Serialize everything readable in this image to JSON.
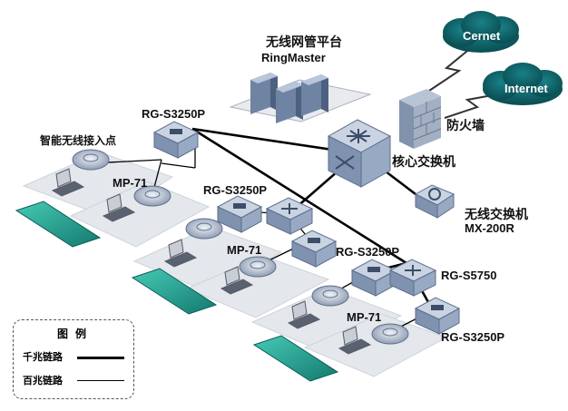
{
  "platform": {
    "title": "无线网管平台",
    "product": "RingMaster"
  },
  "clouds": {
    "cernet": "Cernet",
    "internet": "Internet"
  },
  "firewall": {
    "label": "防火墙"
  },
  "core": {
    "label": "核心交换机"
  },
  "wireless_switch": {
    "title": "无线交换机",
    "model": "MX-200R"
  },
  "ap_label": "智能无线接入点",
  "switches": {
    "s1": "RG-S3250P",
    "s2": "RG-S3250P",
    "s3": "RG-S3250P",
    "s4": "RG-S3250P",
    "agg": "RG-S5750"
  },
  "aps": {
    "a1": "MP-71",
    "a2": "MP-71",
    "a3": "MP-71"
  },
  "legend": {
    "title": "图例",
    "gigabit": "千兆链路",
    "fast": "百兆链路"
  },
  "colors": {
    "cloud": "#0d5e63",
    "device": "#7e93b2",
    "board": "#1f9f90",
    "floor": "#dfe3e8"
  }
}
